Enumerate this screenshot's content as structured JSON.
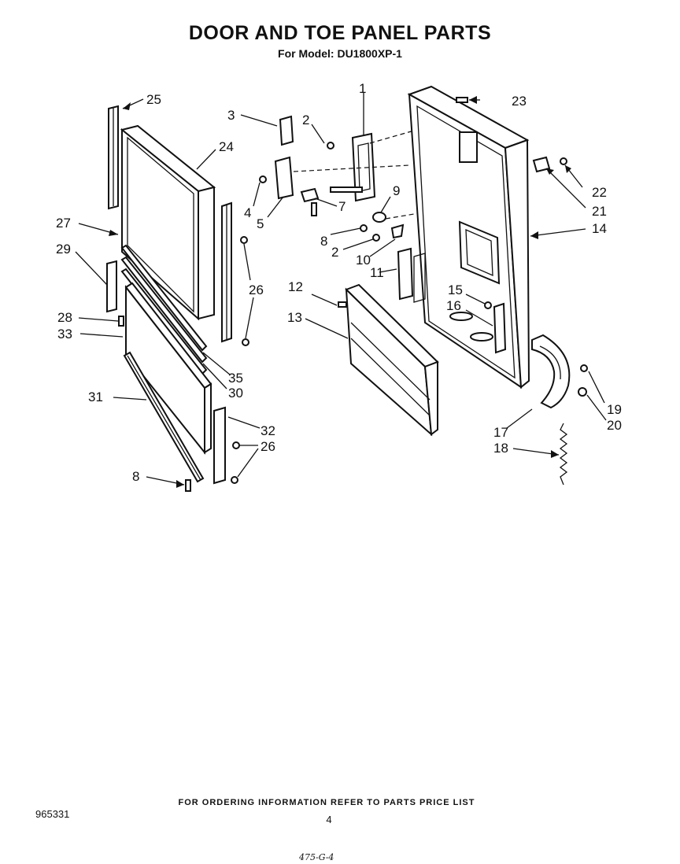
{
  "header": {
    "title": "DOOR AND TOE PANEL PARTS",
    "subtitle": "For Model: DU1800XP-1"
  },
  "callouts": [
    "1",
    "2",
    "3",
    "4",
    "5",
    "7",
    "8",
    "9",
    "2",
    "10",
    "11",
    "12",
    "13",
    "14",
    "15",
    "16",
    "17",
    "18",
    "19",
    "20",
    "21",
    "22",
    "23",
    "24",
    "25",
    "26",
    "26",
    "27",
    "28",
    "29",
    "30",
    "31",
    "32",
    "33",
    "35",
    "8"
  ],
  "footer": {
    "ordering_note": "FOR ORDERING INFORMATION REFER TO PARTS PRICE LIST",
    "doc_number": "965331",
    "page_number": "4",
    "handwritten_code": "475-G-4"
  }
}
